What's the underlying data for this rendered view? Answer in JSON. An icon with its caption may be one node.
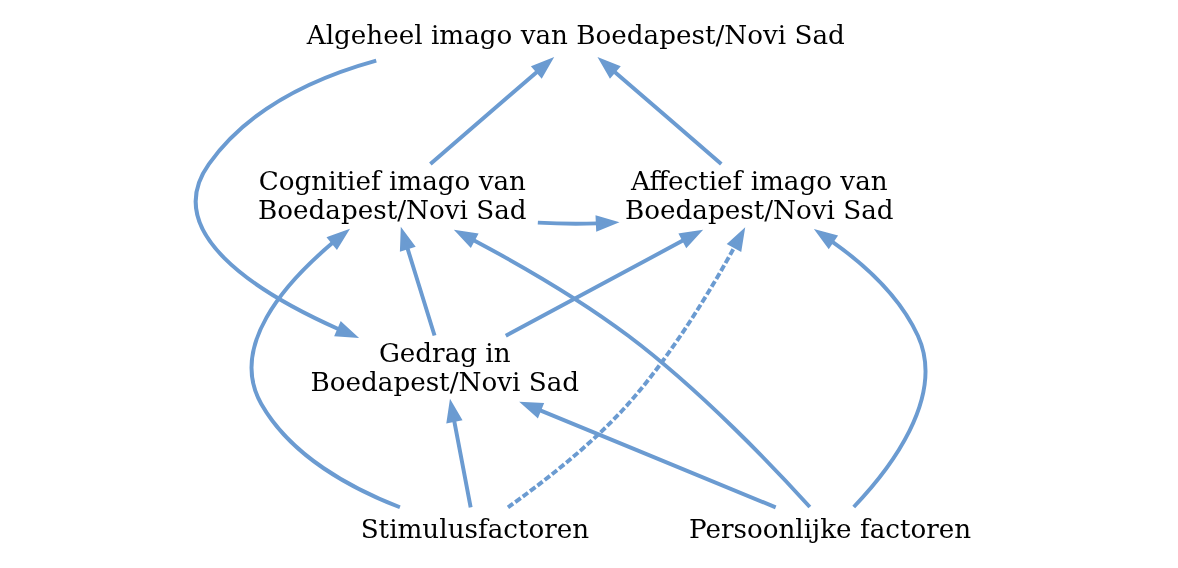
{
  "diagram": {
    "nodes": [
      {
        "text": [
          "Algeheel imago van Boedapest/Novi Sad"
        ]
      },
      {
        "text": [
          "Cognitief imago van Boedapest/Novi Sad"
        ]
      },
      {
        "text": [
          "Affectief imago van Boedapest/Novi Sad"
        ]
      },
      {
        "text": [
          "Gedrag in Boedapest/Novi Sad"
        ]
      },
      {
        "text": [
          "Stimulusfactoren"
        ]
      },
      {
        "text": [
          "Persoonlijke factoren"
        ]
      }
    ],
    "edges": [
      {
        "from": 1,
        "to": 0,
        "arrow": "to"
      },
      {
        "from": 2,
        "to": 0,
        "arrow": "to"
      },
      {
        "from": 0,
        "to": 3,
        "arrow": "to"
      },
      {
        "from": 1,
        "to": 2,
        "arrow": "to"
      },
      {
        "from": 4,
        "to": 1,
        "arrow": "to"
      },
      {
        "from": 4,
        "to": 2,
        "arrow": "to",
        "style": "dashed"
      },
      {
        "from": 4,
        "to": 3,
        "arrow": "to"
      },
      {
        "from": 3,
        "to": 1,
        "arrow": "to"
      },
      {
        "from": 3,
        "to": 2,
        "arrow": "to"
      },
      {
        "from": 5,
        "to": 1,
        "arrow": "to"
      },
      {
        "from": 5,
        "to": 2,
        "arrow": "to"
      },
      {
        "from": 5,
        "to": 3,
        "arrow": "to"
      }
    ]
  }
}
